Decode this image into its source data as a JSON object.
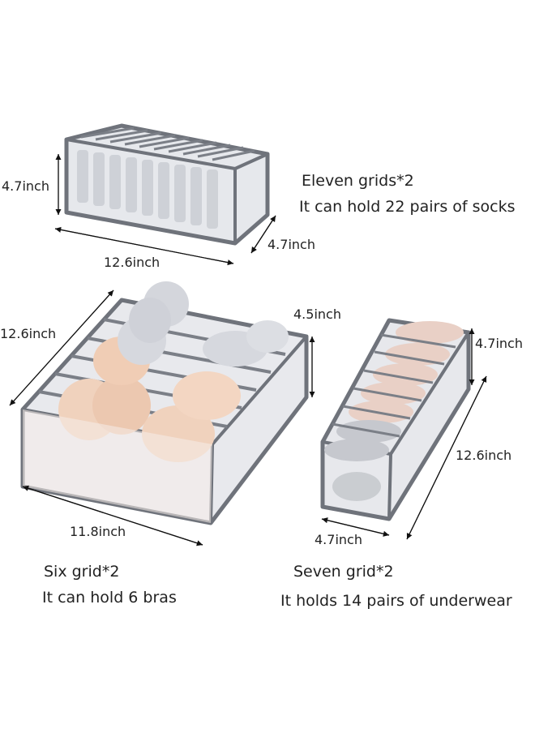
{
  "socks_box": {
    "height_label": "4.7inch",
    "length_label": "12.6inch",
    "depth_label": "4.7inch",
    "caption_title": "Eleven grids*2",
    "caption_detail": "It can hold 22 pairs of socks"
  },
  "bra_box": {
    "depth_label": "12.6inch",
    "height_label": "4.5inch",
    "length_label": "11.8inch",
    "caption_title": "Six grid*2",
    "caption_detail": "It can hold 6 bras"
  },
  "underwear_box": {
    "height_label": "4.7inch",
    "length_label": "12.6inch",
    "width_label": "4.7inch",
    "caption_title": "Seven grid*2",
    "caption_detail": "It holds 14 pairs of underwear"
  },
  "colors": {
    "frame": "#6f737b",
    "mesh": "#e4e6ea",
    "bra": "#f0d2bd",
    "bra_grey": "#d6d8de",
    "underwear": "#e9d0c6"
  }
}
